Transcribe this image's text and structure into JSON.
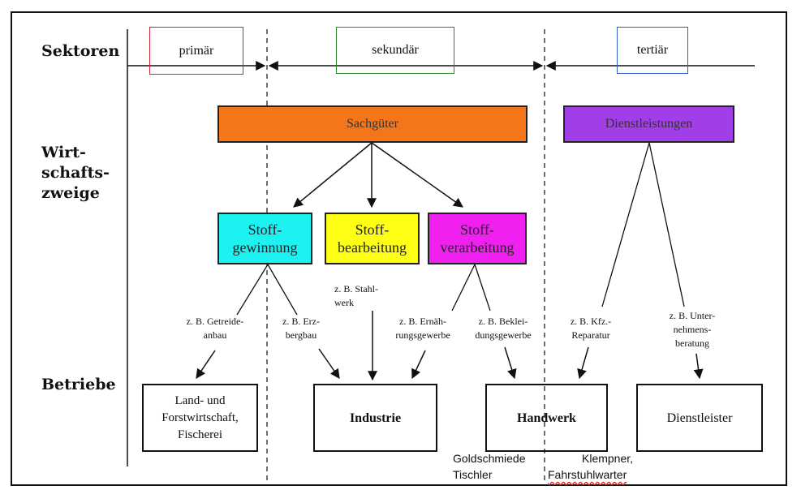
{
  "row_labels": {
    "sektoren": "Sektoren",
    "wirtschaftszweige": "Wirt-\nschafts-\nzweige",
    "betriebe": "Betriebe"
  },
  "sectors": {
    "primaer": {
      "label": "primär",
      "color": "#d9232b"
    },
    "sekundaer": {
      "label": "sekundär",
      "color": "#2a8a2a"
    },
    "tertiaer": {
      "label": "tertiär",
      "color": "#2f5fc9"
    }
  },
  "branches": {
    "sachgueter": {
      "label": "Sachgüter",
      "color": "#f5761a"
    },
    "dienstleistungen": {
      "label": "Dienstleistungen",
      "color": "#a13ee8"
    }
  },
  "categories": {
    "gewinnung": {
      "label": "Stoff-\ngewinnung",
      "color": "#1cf2f2"
    },
    "bearbeitung": {
      "label": "Stoff-\nbearbeitung",
      "color": "#ffff16"
    },
    "verarbeitung": {
      "label": "Stoff-\nverarbeitung",
      "color": "#f020f0"
    }
  },
  "examples": {
    "stahlwerk": "z. B. Stahl-\nwerk",
    "getreideanbau": "z. B. Getreide-\nanbau",
    "erzbergbau": "z. B. Erz-\nbergbau",
    "ernaehrung": "z. B. Ernäh-\nrungsgewerbe",
    "bekleidung": "z. B. Beklei-\ndungsgewerbe",
    "kfz": "z. B. Kfz.-\nReparatur",
    "beratung": "z. B. Unter-\nnehmens-\nberatung"
  },
  "enterprises": {
    "land": "Land- und\nForstwirtschaft,\nFischerei",
    "industrie": "Industrie",
    "handwerk": "Handwerk",
    "dienstleister": "Dienstleister"
  },
  "notes": {
    "goldschmiede": "Goldschmiede\nTischler",
    "klempner": "Klempner,",
    "fahrstuhlwarter": "Fahrstuhlwarter"
  }
}
